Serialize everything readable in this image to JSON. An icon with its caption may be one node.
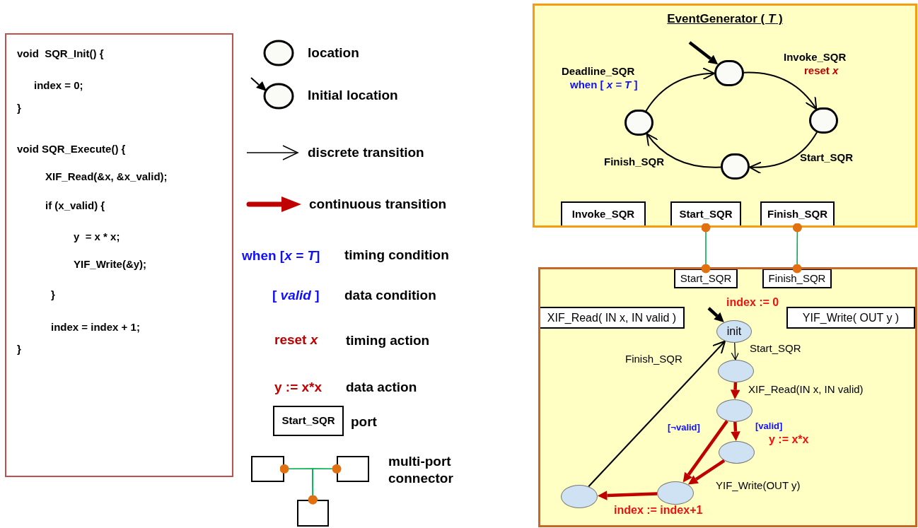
{
  "diagram": {
    "nodes": [
      {
        "text": [
          "void  SQR_Init() {",
          "index = 0;",
          "}",
          "void SQR_Execute() {",
          "XIF_Read(&x, &x_valid);",
          "if (x_valid) {",
          "y  = x * x;",
          "YIF_Write(&y);",
          "}",
          "index = index + 1;",
          "}"
        ]
      },
      {
        "text": [
          "Start_SQR"
        ]
      },
      {
        "text": [],
        "shape": "box"
      },
      {
        "text": [],
        "shape": "box"
      },
      {
        "text": [],
        "shape": "box"
      },
      {
        "text": [
          "EventGenerator ( *T* )"
        ]
      },
      {
        "text": [],
        "shape": "circle",
        "in": 5
      },
      {
        "text": [],
        "shape": "circle",
        "in": 5
      },
      {
        "text": [],
        "shape": "circle",
        "in": 5
      },
      {
        "text": [],
        "shape": "circle",
        "in": 5
      },
      {
        "text": [
          "Invoke_SQR"
        ],
        "in": 5
      },
      {
        "text": [
          "Start_SQR"
        ],
        "in": 5
      },
      {
        "text": [
          "Finish_SQR"
        ],
        "in": 5
      },
      {
        "text": [],
        "shape": "box"
      },
      {
        "text": [
          "Start_SQR"
        ],
        "in": 13
      },
      {
        "text": [
          "Finish_SQR"
        ],
        "in": 13
      },
      {
        "text": [
          "XIF_Read( IN x, IN valid )"
        ],
        "in": 13
      },
      {
        "text": [
          "YIF_Write( OUT y )"
        ],
        "in": 13
      },
      {
        "text": [
          "init"
        ],
        "in": 13
      },
      {
        "text": [],
        "shape": "ellipse",
        "in": 13
      },
      {
        "text": [],
        "shape": "ellipse",
        "in": 13
      },
      {
        "text": [],
        "shape": "ellipse",
        "in": 13
      },
      {
        "text": [],
        "shape": "ellipse",
        "in": 13
      },
      {
        "text": [],
        "shape": "ellipse",
        "in": 13
      }
    ],
    "edges": [
      {
        "from": 4,
        "to": 2,
        "arrow": "other",
        "color": "#00b050"
      },
      {
        "from": 4,
        "to": 3,
        "arrow": "other",
        "color": "#00b050"
      },
      {
        "from": null,
        "to": 6,
        "arrow": "to",
        "style": "thick"
      },
      {
        "from": 6,
        "to": 8,
        "arrow": "to",
        "label": "Invoke_SQR"
      },
      {
        "from": 8,
        "to": 9,
        "arrow": "to",
        "label": "Start_SQR"
      },
      {
        "from": 9,
        "to": 7,
        "arrow": "to",
        "label": "Finish_SQR"
      },
      {
        "from": 7,
        "to": 6,
        "arrow": "to",
        "label": "Deadline_SQR"
      },
      {
        "from": 11,
        "to": 14,
        "arrow": "other",
        "color": "#00b050"
      },
      {
        "from": 12,
        "to": 15,
        "arrow": "other",
        "color": "#00b050"
      },
      {
        "from": null,
        "to": 18,
        "arrow": "to",
        "style": "thick"
      },
      {
        "from": 18,
        "to": 19,
        "arrow": "to",
        "label": "Start_SQR"
      },
      {
        "from": 19,
        "to": 20,
        "arrow": "to",
        "label": "XIF_Read(IN x, IN valid)",
        "style": "thick",
        "color": "#c00000"
      },
      {
        "from": 20,
        "to": 21,
        "arrow": "to",
        "style": "thick",
        "color": "#c00000"
      },
      {
        "from": 20,
        "to": 22,
        "arrow": "to",
        "style": "thick",
        "color": "#c00000"
      },
      {
        "from": 21,
        "to": 22,
        "arrow": "to",
        "label": "YIF_Write(OUT y)",
        "style": "thick",
        "color": "#c00000"
      },
      {
        "from": 22,
        "to": 23,
        "arrow": "to",
        "style": "thick",
        "color": "#c00000"
      },
      {
        "from": 23,
        "to": 18,
        "arrow": "to",
        "label": "Finish_SQR"
      }
    ],
    "labels": [
      "when [*x = T*]",
      "[ *valid* ]",
      "reset *x*",
      "y := x*x",
      "when [ *x = T* ]",
      "reset *x*",
      "index := 0",
      "[¬valid]",
      "[valid]",
      "y := x*x",
      "index := index+1"
    ],
    "legend": [
      {
        "text": "location"
      },
      {
        "text": "Initial location"
      },
      {
        "text": "discrete transition"
      },
      {
        "text": "continuous transition"
      },
      {
        "text": "timing condition"
      },
      {
        "text": "data condition"
      },
      {
        "text": "timing action"
      },
      {
        "text": "data action"
      },
      {
        "text": "port"
      },
      {
        "text": "multi-port connector"
      }
    ]
  }
}
